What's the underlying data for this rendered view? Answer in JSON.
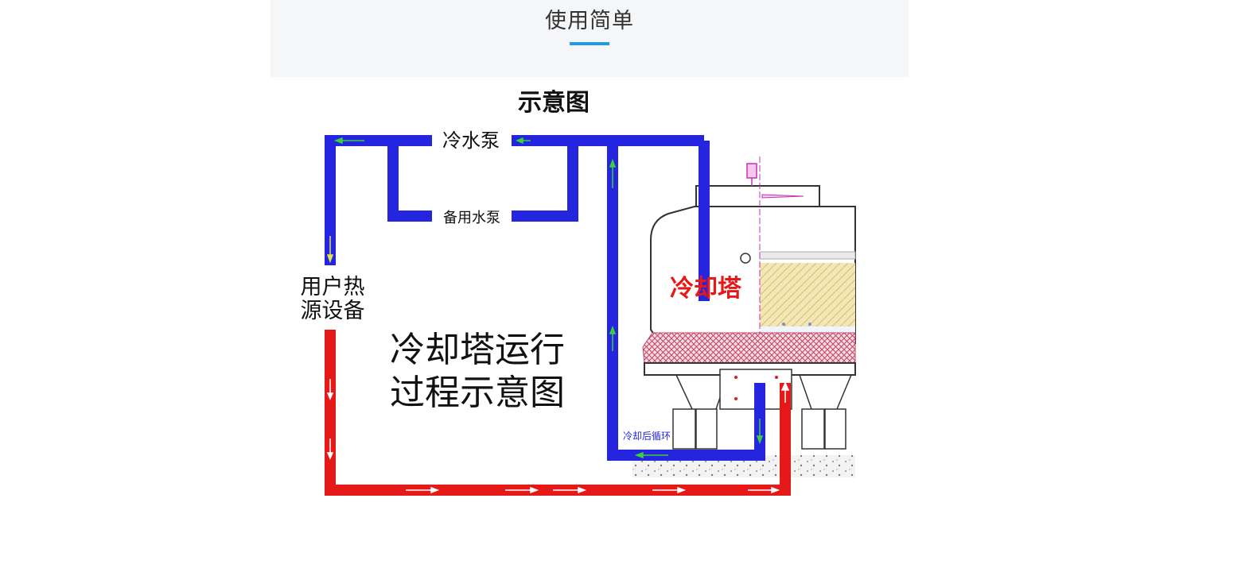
{
  "header": {
    "section_title": "使用简单",
    "accent_color": "#1e9be8"
  },
  "diagram": {
    "title": "示意图",
    "labels": {
      "cold_pump": "冷水泵",
      "backup_pump": "备用水泵",
      "user_heat_line1": "用户热",
      "user_heat_line2": "源设备",
      "tower": "冷却塔",
      "process_line1": "冷却塔运行",
      "process_line2": "过程示意图",
      "cooled_cycle": "冷却后循环"
    },
    "colors": {
      "cold_pipe": "#2525e0",
      "hot_pipe": "#e61919",
      "tower_label": "#e61919",
      "fill_media": "#f3e7b5"
    }
  }
}
